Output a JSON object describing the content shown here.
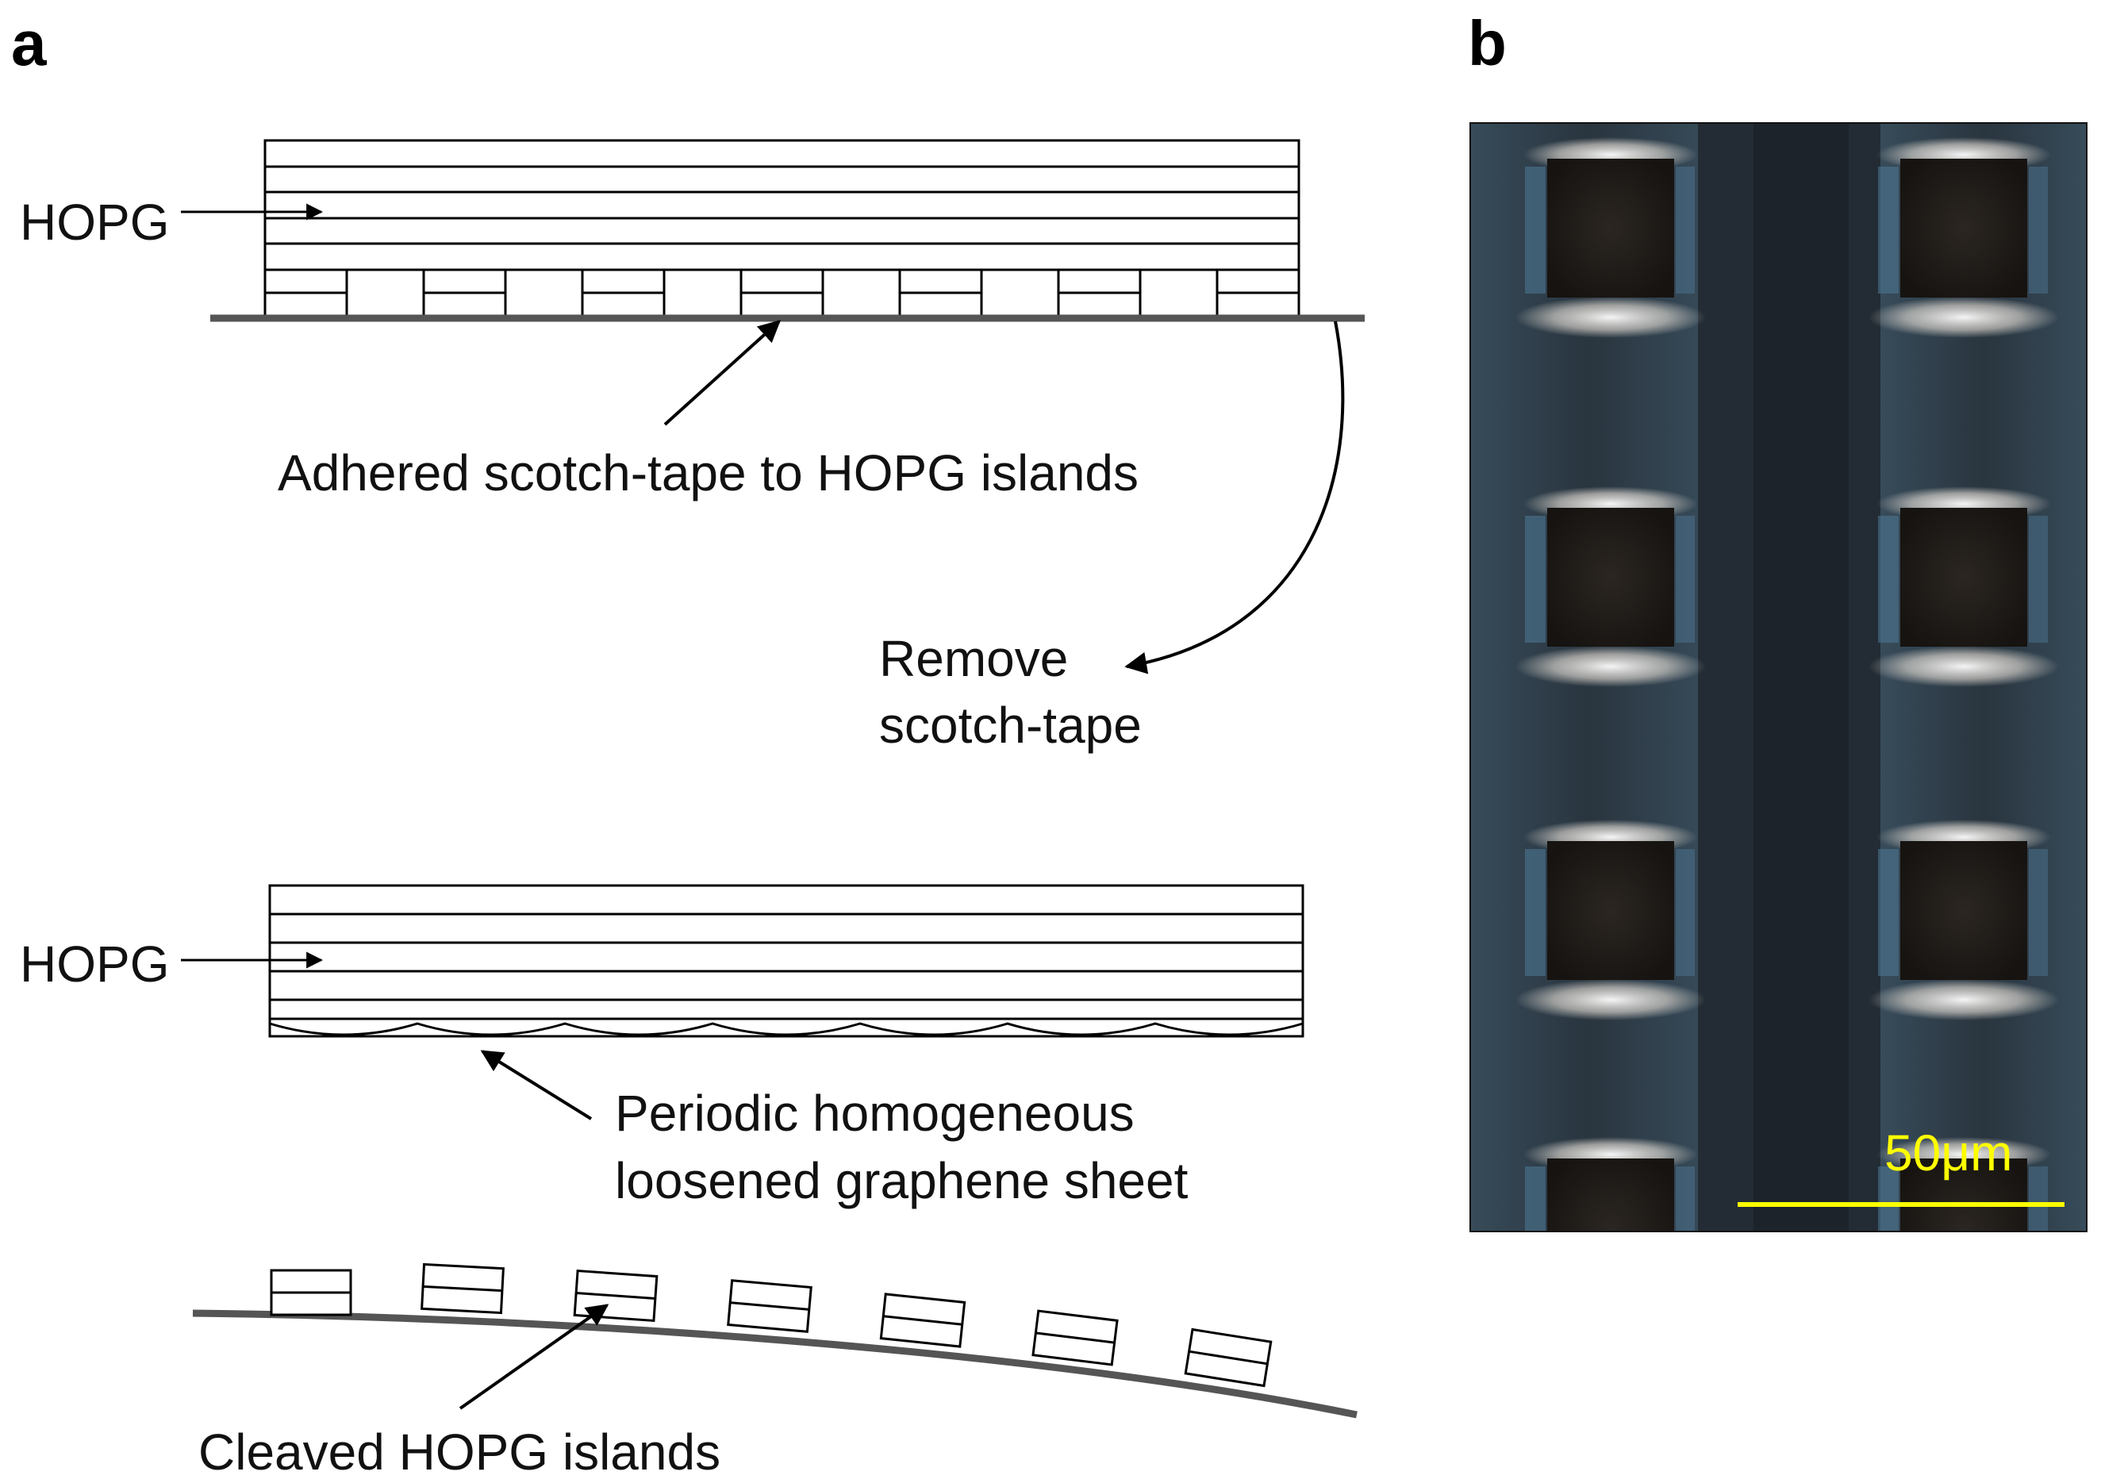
{
  "panels": {
    "a": {
      "label": "a",
      "top_diagram": {
        "material_label": "HOPG",
        "tape_callout": "Adhered scotch-tape to HOPG islands",
        "remove_line1": "Remove",
        "remove_line2": "scotch-tape"
      },
      "middle_diagram": {
        "material_label": "HOPG",
        "sheet_line1": "Periodic homogeneous",
        "sheet_line2": "loosened graphene sheet"
      },
      "bottom_diagram": {
        "islands_label": "Cleaved HOPG islands"
      }
    },
    "b": {
      "label": "b",
      "micrograph": {
        "scale_bar_label": "50μm",
        "scale_bar_color": "#ffff00"
      }
    }
  },
  "colors": {
    "line": "#000000",
    "tape": "#555555",
    "micrograph_bg": "#1f2a33",
    "micrograph_highlight": "#f2ece4"
  }
}
